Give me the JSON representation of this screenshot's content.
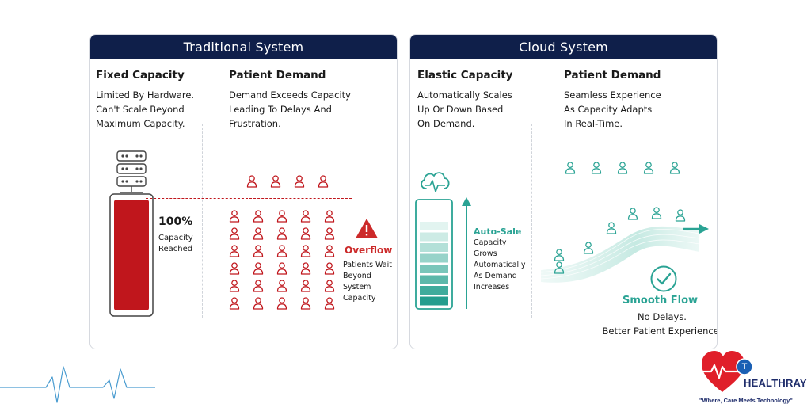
{
  "traditional": {
    "header": "Traditional System",
    "fixed_title": "Fixed Capacity",
    "fixed_desc": [
      "Limited By Hardware.",
      "Can't Scale Beyond",
      "Maximum Capacity."
    ],
    "demand_title": "Patient Demand",
    "demand_desc": [
      "Demand Exceeds Capacity",
      "Leading To Delays And",
      "Frustration."
    ],
    "capacity_percent": "100%",
    "capacity_label": [
      "Capacity",
      "Reached"
    ],
    "overflow_title": "Overflow",
    "overflow_desc": [
      "Patients Wait",
      "Beyond",
      "System",
      "Capacity"
    ],
    "fill_level": 1.0,
    "color": "#c0161c"
  },
  "cloud": {
    "header": "Cloud System",
    "elastic_title": "Elastic Capacity",
    "elastic_desc": [
      "Automatically Scales",
      "Up Or Down Based",
      "On Demand."
    ],
    "demand_title": "Patient Demand",
    "demand_desc": [
      "Seamless Experience",
      "As Capacity Adapts",
      "In Real-Time."
    ],
    "autoscale_title": "Auto-Sale",
    "autoscale_desc": [
      "Capacity",
      "Grows",
      "Automatically",
      "As Demand",
      "Increases"
    ],
    "smooth_title": "Smooth Flow",
    "smooth_desc": [
      "No Delays.",
      "Better Patient Experience."
    ],
    "color": "#2aa394"
  },
  "logo": {
    "name": "HEALTHRAY",
    "tagline": "\"Where, Care Meets Technology\"",
    "badge": "T"
  },
  "icons": {
    "server": "server-icon",
    "cloud": "cloud-heartbeat-icon",
    "warning": "warning-icon",
    "check": "check-circle-icon",
    "person": "person-icon"
  }
}
